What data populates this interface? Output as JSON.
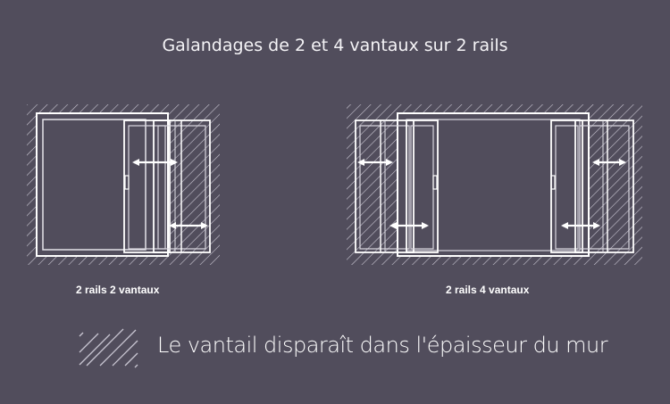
{
  "title": "Galandages de 2 et 4 vantaux sur 2 rails",
  "diagrams": [
    {
      "caption": "2 rails 2 vantaux",
      "rails": 2,
      "vantaux": 2
    },
    {
      "caption": "2 rails 4 vantaux",
      "rails": 2,
      "vantaux": 4
    }
  ],
  "legend": {
    "icon": "wall-hatch-icon",
    "text": "Le vantail disparaît dans l'épaisseur du mur"
  },
  "colors": {
    "background": "#514d5c",
    "lines": "#ffffff",
    "hatch": "#c9c6d2"
  }
}
